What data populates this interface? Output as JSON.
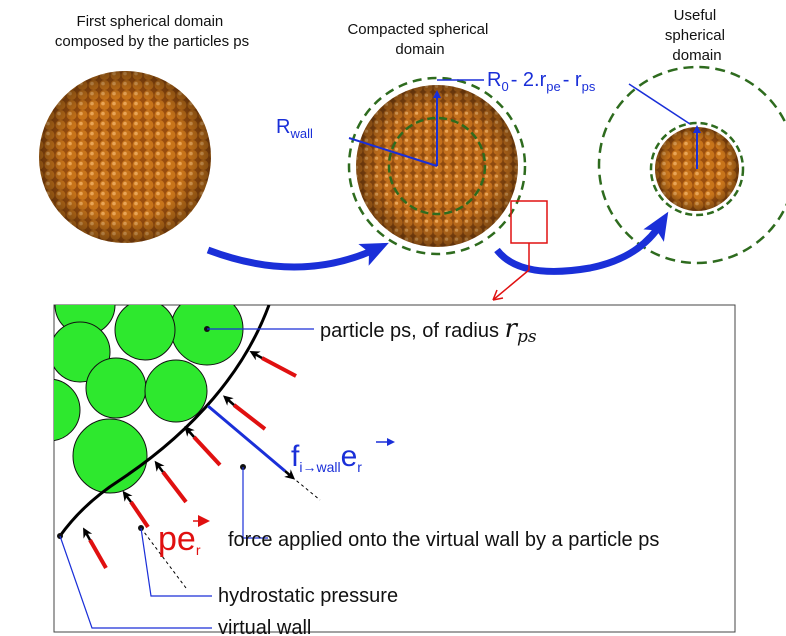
{
  "top": {
    "first_domain_label": [
      "First spherical domain",
      "composed by the particles ps"
    ],
    "compacted_label": [
      "Compacted spherical",
      "domain"
    ],
    "useful_label": [
      "Useful",
      "spherical",
      "domain"
    ],
    "r0_label": {
      "a": "R",
      "sub0": "0",
      "b": "- 2.r",
      "sub1": "pe",
      "c": "- r",
      "sub2": "ps"
    },
    "rwall_label": {
      "a": "R",
      "sub": "wall"
    }
  },
  "detail": {
    "particle_label": {
      "text": "particle ps, of radius ",
      "math": "r",
      "math_sub": "ps"
    },
    "force_symbol": {
      "a": "f",
      "sub": "i→wall",
      "b": "e",
      "sub2": "r"
    },
    "pressure_symbol": {
      "a": "pe",
      "sub": "r"
    },
    "force_label": "force applied onto the virtual wall by a particle ps",
    "pressure_label": "hydrostatic pressure",
    "wall_label": "virtual wall"
  },
  "colors": {
    "particle_orange": "#c8741a",
    "particle_dark": "#7a3d08",
    "dashed_green": "#2e6b1e",
    "blue": "#1a2fd8",
    "red": "#e01010",
    "green_particle": "#2ee82e"
  }
}
